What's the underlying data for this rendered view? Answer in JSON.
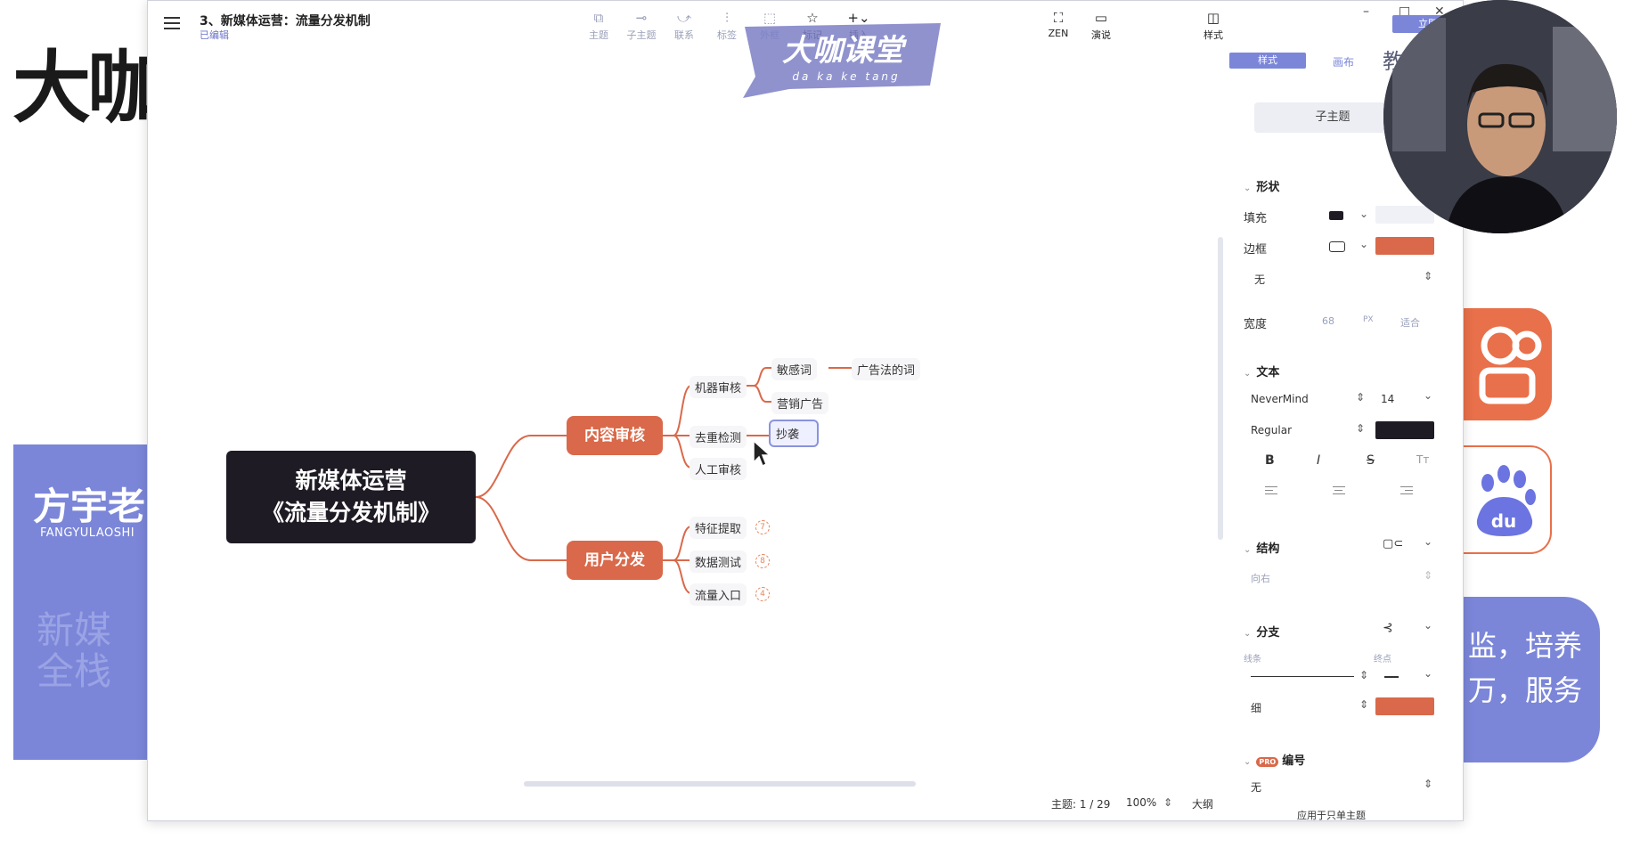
{
  "background": {
    "title": "大咖",
    "left_card": {
      "name": "方宇老",
      "sub": "FANGYULAOSHI",
      "ghost": "新媒全栈"
    },
    "right_card": {
      "line1": "监，培养",
      "line2": "万，服务"
    },
    "baidu_text": "du"
  },
  "logo": {
    "main": "大咖课堂",
    "sub": "da ka ke tang"
  },
  "window": {
    "title": "3、新媒体运营：流量分发机制",
    "status": "已编辑",
    "toolbar": [
      {
        "label": "主题",
        "icon": "topic-icon"
      },
      {
        "label": "子主题",
        "icon": "subtopic-icon"
      },
      {
        "label": "联系",
        "icon": "relation-icon"
      },
      {
        "label": "标签",
        "icon": "tag-icon"
      },
      {
        "label": "外框",
        "icon": "boundary-icon"
      },
      {
        "label": "标记",
        "icon": "star-icon"
      },
      {
        "label": "插入",
        "icon": "plus-icon"
      },
      {
        "label": "ZEN",
        "icon": "zen-icon"
      },
      {
        "label": "演说",
        "icon": "pitch-icon"
      },
      {
        "label": "样式",
        "icon": "style-icon"
      }
    ],
    "subscribe_button": "立即订阅",
    "window_controls": {
      "minimize": "–",
      "maximize": "□",
      "close": "✕"
    }
  },
  "mindmap": {
    "root": {
      "line1": "新媒体运营",
      "line2": "《流量分发机制》"
    },
    "branch1": {
      "label": "内容审核",
      "children": {
        "machine": "机器审核",
        "sensitive": "敏感词",
        "ad_law": "广告法的词",
        "marketing": "营销广告",
        "dedupe": "去重检测",
        "plagiarism": "抄袭",
        "manual": "人工审核"
      }
    },
    "branch2": {
      "label": "用户分发",
      "children": [
        {
          "label": "特征提取",
          "badge": "7"
        },
        {
          "label": "数据测试",
          "badge": "8"
        },
        {
          "label": "流量入口",
          "badge": "4"
        }
      ]
    }
  },
  "status_bar": {
    "topic_count": "主题: 1 / 29",
    "zoom": "100%",
    "outline": "大纲"
  },
  "panel": {
    "tabs": [
      "样式",
      "画布"
    ],
    "teaching_label": "教运营",
    "subtopic_button": "子主题",
    "shape_section": "形状",
    "fill_label": "填充",
    "border_label": "边框",
    "border_value": "无",
    "width_label": "宽度",
    "width_value": "68",
    "width_unit": "PX",
    "width_auto": "适合",
    "text_section": "文本",
    "font_family": "NeverMind",
    "font_size": "14",
    "font_weight": "Regular",
    "format_buttons": [
      "B",
      "I",
      "S",
      "Tт"
    ],
    "structure_section": "结构",
    "structure_value": "向右",
    "branch_section": "分支",
    "line_label": "线条",
    "end_label": "终点",
    "line_weight": "细",
    "numbering_section": "编号",
    "numbering_pro": "PRO",
    "numbering_value": "无",
    "apply_all": "应用于只单主题"
  },
  "colors": {
    "accent": "#7b86d9",
    "node_orange": "#d9694a",
    "root_dark": "#1f1b24",
    "connector": "#d9694a"
  }
}
